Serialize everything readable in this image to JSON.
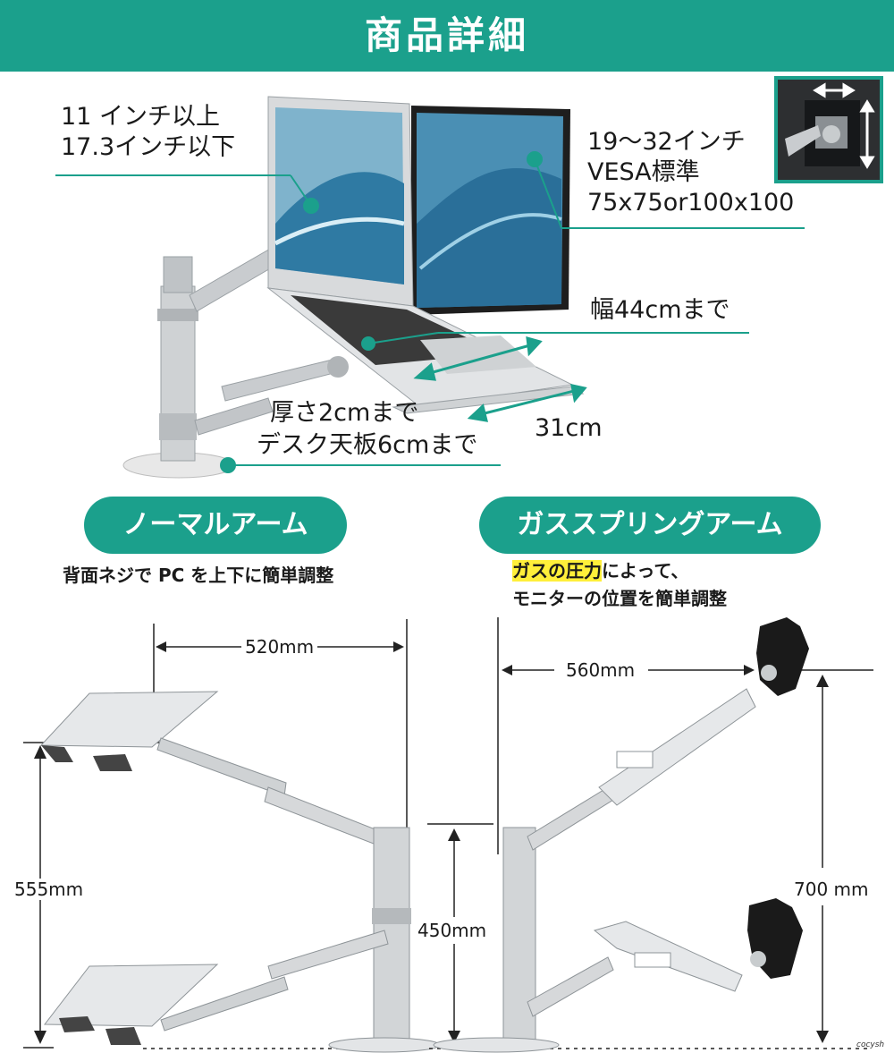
{
  "banner": {
    "title": "商品詳細"
  },
  "specs": {
    "laptop_size": {
      "line1": "11 インチ以上",
      "line2": "17.3インチ以下"
    },
    "monitor": {
      "line1": "19～32インチ",
      "line2": "VESA標準",
      "line3": "75x75or100x100"
    },
    "width": "幅44cmまで",
    "depth": "31cm",
    "clamp": {
      "line1": "厚さ2cmまで",
      "line2": "デスク天板6cmまで"
    }
  },
  "normal_arm": {
    "label": "ノーマルアーム",
    "desc": "背面ネジで PC を上下に簡単調整"
  },
  "gas_arm": {
    "label": "ガススプリングアーム",
    "desc_highlight": "ガスの圧力",
    "desc_rest": "によって、",
    "desc_line2": "モニターの位置を簡単調整"
  },
  "dimensions": {
    "normal_width": "520mm",
    "normal_height": "555mm",
    "gas_width": "560mm",
    "pole_height": "450mm",
    "gas_height": "700 mm"
  },
  "watermark": "cocysh",
  "colors": {
    "accent": "#1ba08c",
    "highlight": "#ffef3a"
  }
}
